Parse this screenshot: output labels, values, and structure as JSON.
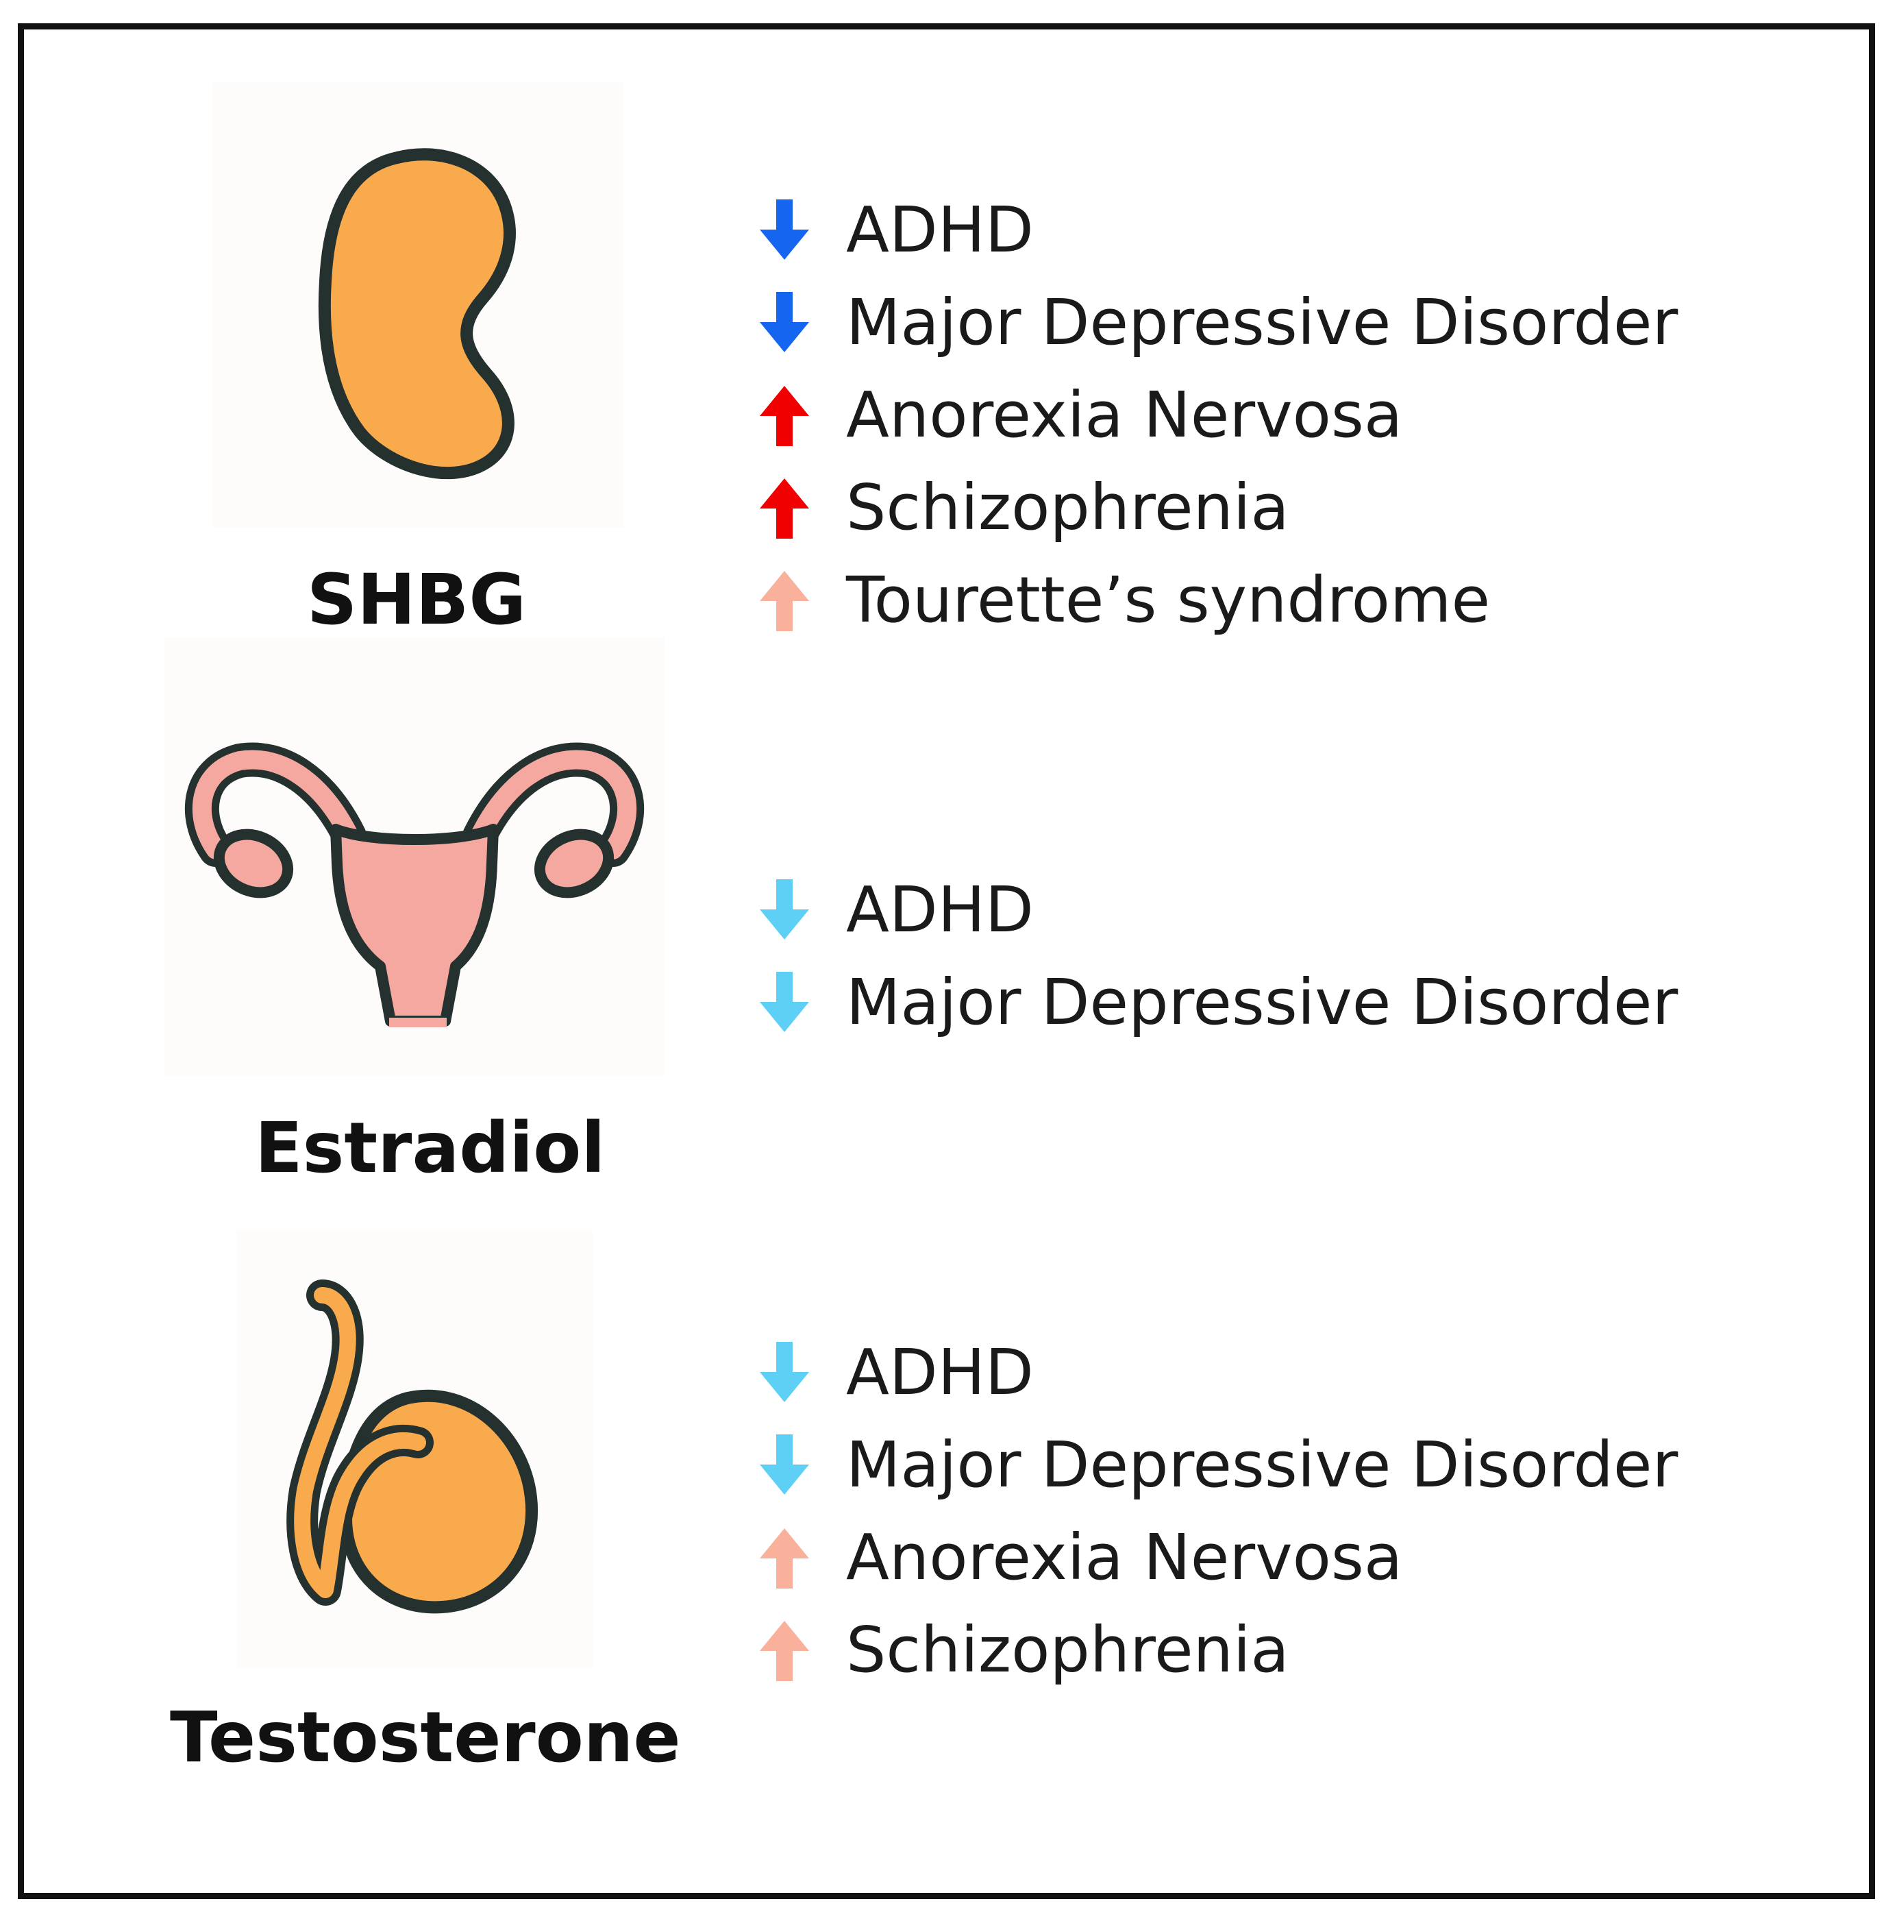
{
  "colors": {
    "strong_decrease": "#1565f0",
    "weak_decrease": "#5fd0f5",
    "strong_increase": "#f00000",
    "weak_increase": "#f9b19b",
    "organ_orange": "#f8aa4c",
    "organ_pink": "#f5a8a0",
    "outline": "#24312f"
  },
  "panels": [
    {
      "hormone": "SHBG",
      "icon": "kidney-icon",
      "associations": [
        {
          "direction": "down",
          "strength": "strong",
          "label": "ADHD"
        },
        {
          "direction": "down",
          "strength": "strong",
          "label": "Major Depressive Disorder"
        },
        {
          "direction": "up",
          "strength": "strong",
          "label": "Anorexia Nervosa"
        },
        {
          "direction": "up",
          "strength": "strong",
          "label": "Schizophrenia"
        },
        {
          "direction": "up",
          "strength": "weak",
          "label": "Tourette’s syndrome"
        }
      ]
    },
    {
      "hormone": "Estradiol",
      "icon": "uterus-icon",
      "associations": [
        {
          "direction": "down",
          "strength": "weak",
          "label": "ADHD"
        },
        {
          "direction": "down",
          "strength": "weak",
          "label": "Major Depressive Disorder"
        }
      ]
    },
    {
      "hormone": "Testosterone",
      "icon": "testis-icon",
      "associations": [
        {
          "direction": "down",
          "strength": "weak",
          "label": "ADHD"
        },
        {
          "direction": "down",
          "strength": "weak",
          "label": "Major Depressive Disorder"
        },
        {
          "direction": "up",
          "strength": "weak",
          "label": "Anorexia Nervosa"
        },
        {
          "direction": "up",
          "strength": "weak",
          "label": "Schizophrenia"
        }
      ]
    }
  ]
}
